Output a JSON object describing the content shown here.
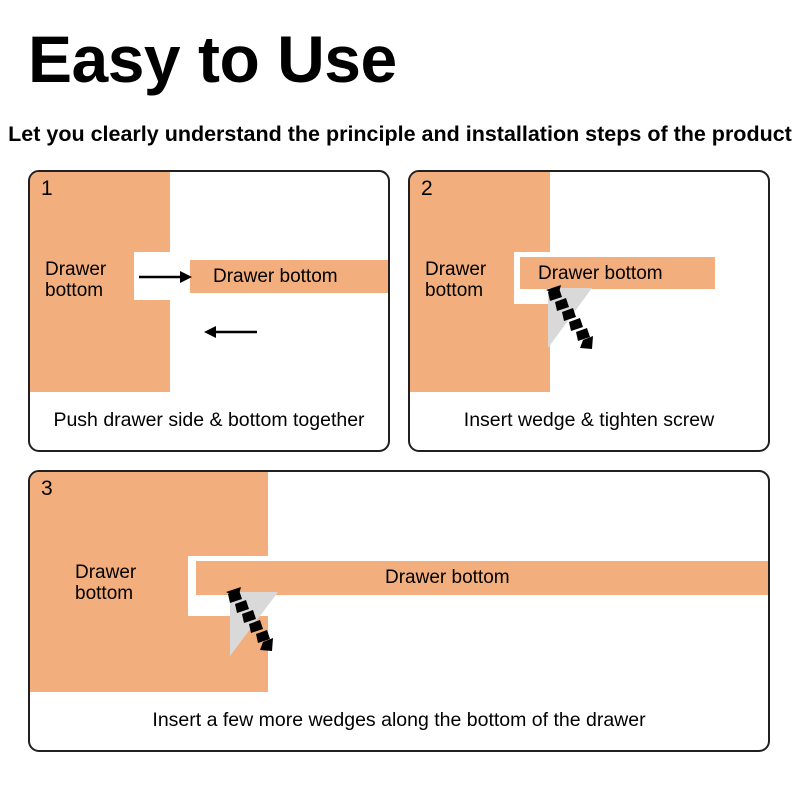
{
  "header": {
    "title": "Easy to Use",
    "subtitle": "Let you clearly understand the principle and installation steps of the product"
  },
  "colors": {
    "wood_orange": "#F2AE7C",
    "panel_border": "#231f20",
    "background": "#ffffff",
    "wedge_gray": "#D9D9D9",
    "screw_black": "#000000",
    "text": "#000000"
  },
  "panels": [
    {
      "number": "1",
      "side_label": "Drawer\nbottom",
      "bar_label": "Drawer bottom",
      "caption": "Push drawer side & bottom together",
      "arrows": [
        {
          "name": "arrow-right-icon",
          "direction": "right"
        },
        {
          "name": "arrow-left-icon",
          "direction": "left"
        }
      ],
      "has_wedge": false
    },
    {
      "number": "2",
      "side_label": "Drawer\nbottom",
      "bar_label": "Drawer bottom",
      "caption": "Insert wedge & tighten screw",
      "arrows": [],
      "has_wedge": true
    },
    {
      "number": "3",
      "side_label": "Drawer\nbottom",
      "bar_label": "Drawer bottom",
      "caption": "Insert a few more wedges along the bottom of the drawer",
      "arrows": [],
      "has_wedge": true
    }
  ]
}
